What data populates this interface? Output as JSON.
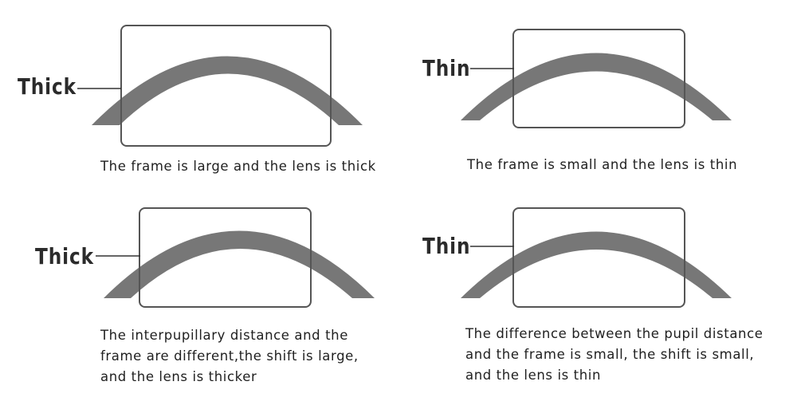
{
  "panels": [
    {
      "label": "Thick",
      "caption": [
        "The frame is large and the lens is thick"
      ]
    },
    {
      "label": "Thin",
      "caption": [
        "The frame is small and the lens is thin"
      ]
    },
    {
      "label": "Thick",
      "caption": [
        "The interpupillary distance and the",
        "frame are different,the shift is large,",
        "and the lens is thicker"
      ]
    },
    {
      "label": "Thin",
      "caption": [
        "The difference between the pupil distance",
        "and the frame is small, the shift is small,",
        "and the lens is thin"
      ]
    }
  ],
  "colors": {
    "lens": "#777777",
    "frame": "#555555",
    "text": "#1f1f1f",
    "label": "#2b2b2b"
  }
}
